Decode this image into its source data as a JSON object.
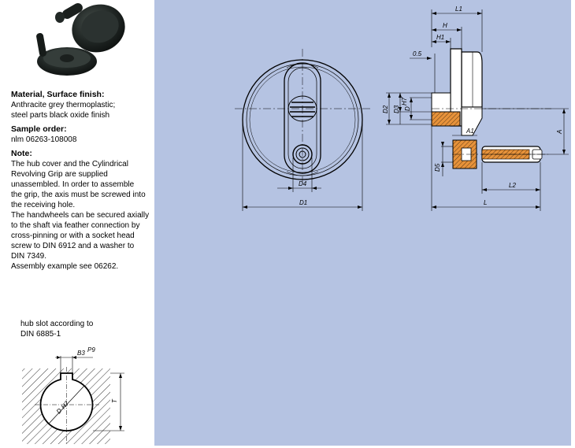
{
  "photo": {
    "icon": "black-handwheel-photo"
  },
  "spec": {
    "material_heading": "Material, Surface finish:",
    "material_line1": "Anthracite grey thermoplastic;",
    "material_line2": "steel parts black oxide finish",
    "sample_heading": "Sample order:",
    "sample_value": "nlm 06263-108008",
    "note_heading": "Note:",
    "note_lines": [
      "The hub cover and the Cylindrical",
      "Revolving Grip are supplied",
      "unassembled. In order to assemble",
      "the grip, the axis must be screwed into",
      "the receiving hole.",
      "The handwheels can be secured axially",
      "to the shaft via feather connection by",
      "cross-pinning or with a socket head",
      "screw to DIN 6912 and a washer to",
      "DIN 7349.",
      "Assembly example see 06262."
    ]
  },
  "slot": {
    "caption_line1": "hub slot according to",
    "caption_line2": "DIN 6885-1",
    "labels": {
      "b3": "B3",
      "b3_sup": "P9",
      "d": "D",
      "d_sup": "H7",
      "t": "T"
    }
  },
  "drawing": {
    "front_labels": {
      "d1": "D1",
      "d4": "D4"
    },
    "side_labels": {
      "l1": "L1",
      "h": "H",
      "h1": "H1",
      "dim_05": "0.5",
      "d2": "D2",
      "d3": "D3",
      "d": "D",
      "d_sup": "H7",
      "a": "A",
      "a1": "A1",
      "d5": "D5",
      "l2": "L2",
      "l": "L"
    }
  },
  "colors": {
    "panel_bg": "#b5c3e2",
    "line": "#000000",
    "hatch_fill": "#e7923a"
  }
}
